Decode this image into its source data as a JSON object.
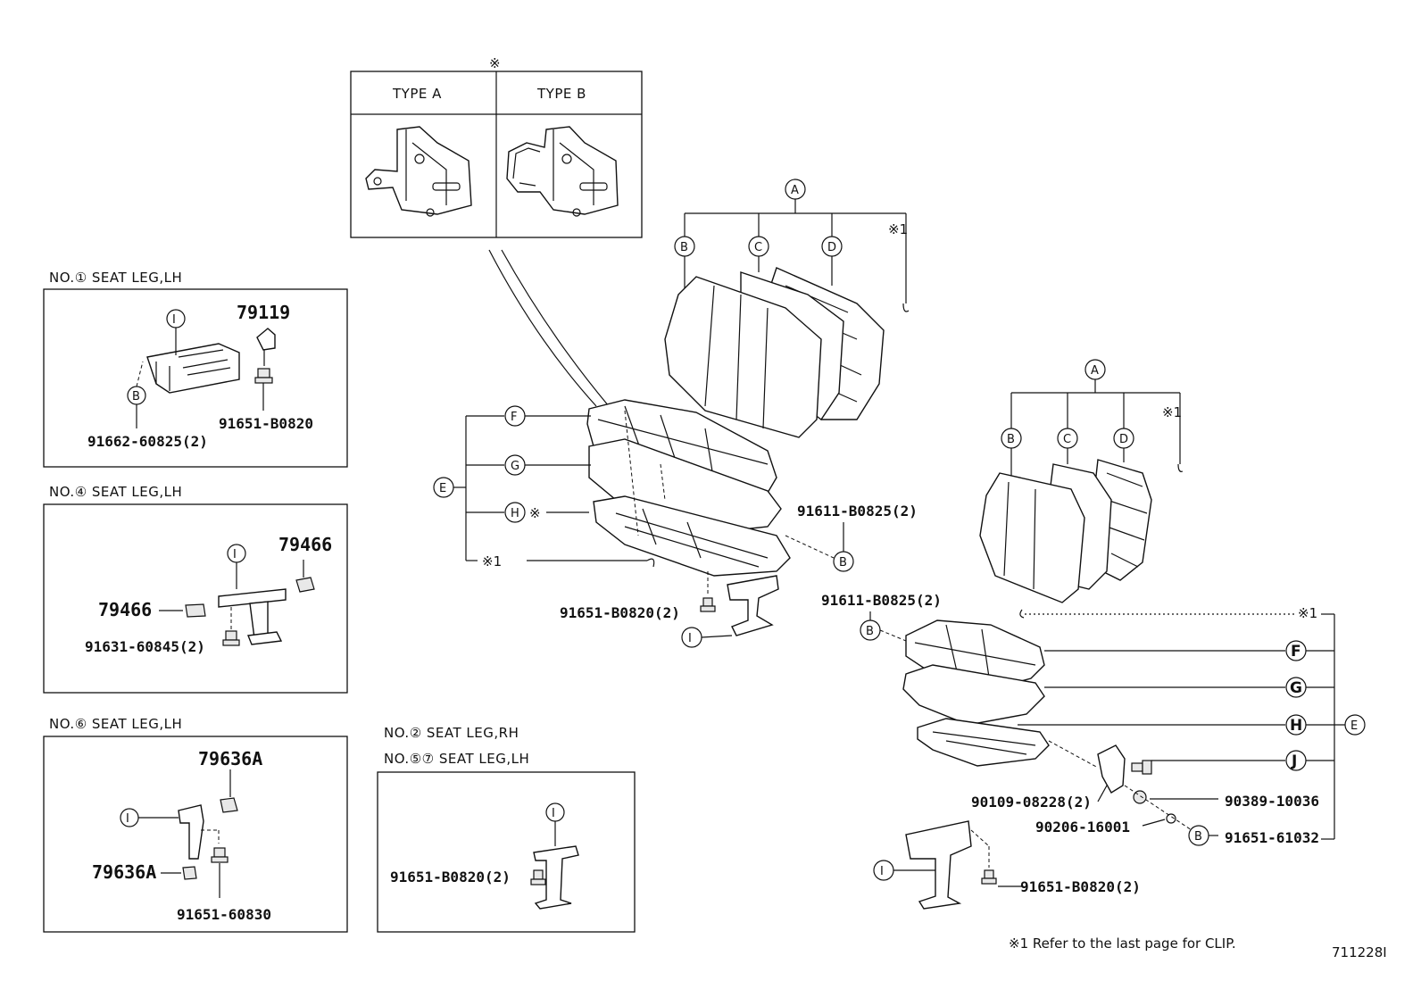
{
  "diagram_id": "711228I",
  "footnote": "※1 Refer to the last page for CLIP.",
  "type_table": {
    "mark": "※",
    "type_a": "TYPE A",
    "type_b": "TYPE B"
  },
  "panels": {
    "p1": {
      "title": "NO.① SEAT LEG,LH",
      "parts": [
        "79119",
        "91651-B0820",
        "91662-60825(2)"
      ],
      "callouts": [
        "I",
        "B"
      ]
    },
    "p4": {
      "title": "NO.④ SEAT LEG,LH",
      "parts": [
        "79466",
        "79466",
        "91631-60845(2)"
      ],
      "callouts": [
        "I"
      ]
    },
    "p6": {
      "title": "NO.⑥ SEAT LEG,LH",
      "parts": [
        "79636A",
        "79636A",
        "91651-60830"
      ],
      "callouts": [
        "I"
      ]
    },
    "p257": {
      "title1": "NO.② SEAT LEG,RH",
      "title2": "NO.⑤⑦ SEAT LEG,LH",
      "parts": [
        "91651-B0820(2)"
      ],
      "callouts": [
        "I"
      ]
    }
  },
  "main": {
    "seat1": {
      "callouts": [
        "A",
        "B",
        "C",
        "D",
        "※1",
        "E",
        "F",
        "G",
        "H",
        "※",
        "※1",
        "B",
        "I"
      ],
      "parts": [
        "91611-B0825(2)",
        "91651-B0820(2)"
      ]
    },
    "seat2": {
      "callouts": [
        "A",
        "B",
        "C",
        "D",
        "※1",
        "B",
        "※1",
        "F",
        "G",
        "H",
        "J",
        "E",
        "B",
        "I"
      ],
      "parts": [
        "91611-B0825(2)",
        "90109-08228(2)",
        "90389-10036",
        "90206-16001",
        "91651-61032",
        "91651-B0820(2)"
      ]
    }
  }
}
